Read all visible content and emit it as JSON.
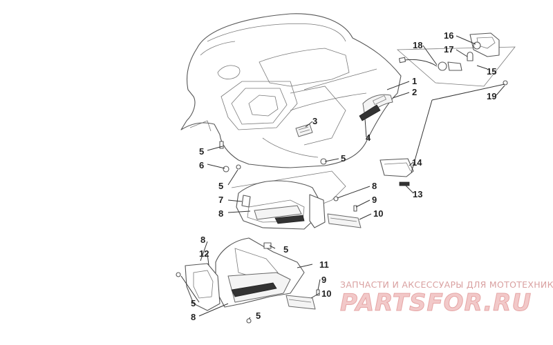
{
  "diagram": {
    "callouts": {
      "c1": "1",
      "c2": "2",
      "c3": "3",
      "c4": "4",
      "c5a": "5",
      "c5b": "5",
      "c5c": "5",
      "c5d": "5",
      "c5e": "5",
      "c5f": "5",
      "c6": "6",
      "c7": "7",
      "c8a": "8",
      "c8b": "8",
      "c8c": "8",
      "c9a": "9",
      "c9b": "9",
      "c10a": "10",
      "c10b": "10",
      "c11": "11",
      "c12": "12",
      "c13": "13",
      "c14": "14",
      "c15": "15",
      "c16": "16",
      "c17": "17",
      "c18": "18",
      "c19": "19"
    }
  },
  "watermark": {
    "tagline": "ЗАПЧАСТИ И АКСЕССУАРЫ ДЛЯ МОТОТЕХНИКИ",
    "logo": "PARTSFOR.RU"
  }
}
